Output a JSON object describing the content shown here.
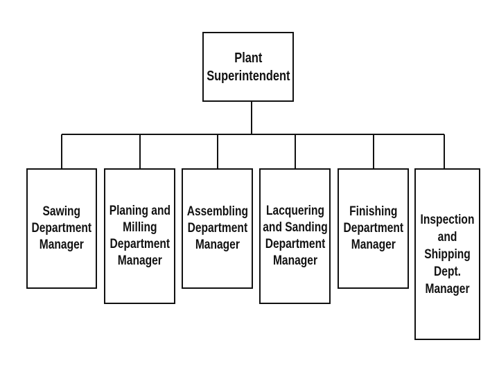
{
  "org_chart": {
    "root": {
      "title_lines": [
        "Plant",
        "Superintendent"
      ]
    },
    "departments": [
      {
        "id": "sawing",
        "title_lines": [
          "Sawing",
          "Department",
          "Manager"
        ]
      },
      {
        "id": "planing-milling",
        "title_lines": [
          "Planing and",
          "Milling",
          "Department",
          "Manager"
        ]
      },
      {
        "id": "assembling",
        "title_lines": [
          "Assembling",
          "Department",
          "Manager"
        ]
      },
      {
        "id": "lacquering-sanding",
        "title_lines": [
          "Lacquering",
          "and Sanding",
          "Department",
          "Manager"
        ]
      },
      {
        "id": "finishing",
        "title_lines": [
          "Finishing",
          "Department",
          "Manager"
        ]
      },
      {
        "id": "inspection-shipping",
        "title_lines": [
          "Inspection",
          "and",
          "Shipping",
          "Dept.",
          "Manager"
        ]
      }
    ]
  },
  "colors": {
    "line": "#111111",
    "box_border": "#111111",
    "background": "#ffffff"
  }
}
